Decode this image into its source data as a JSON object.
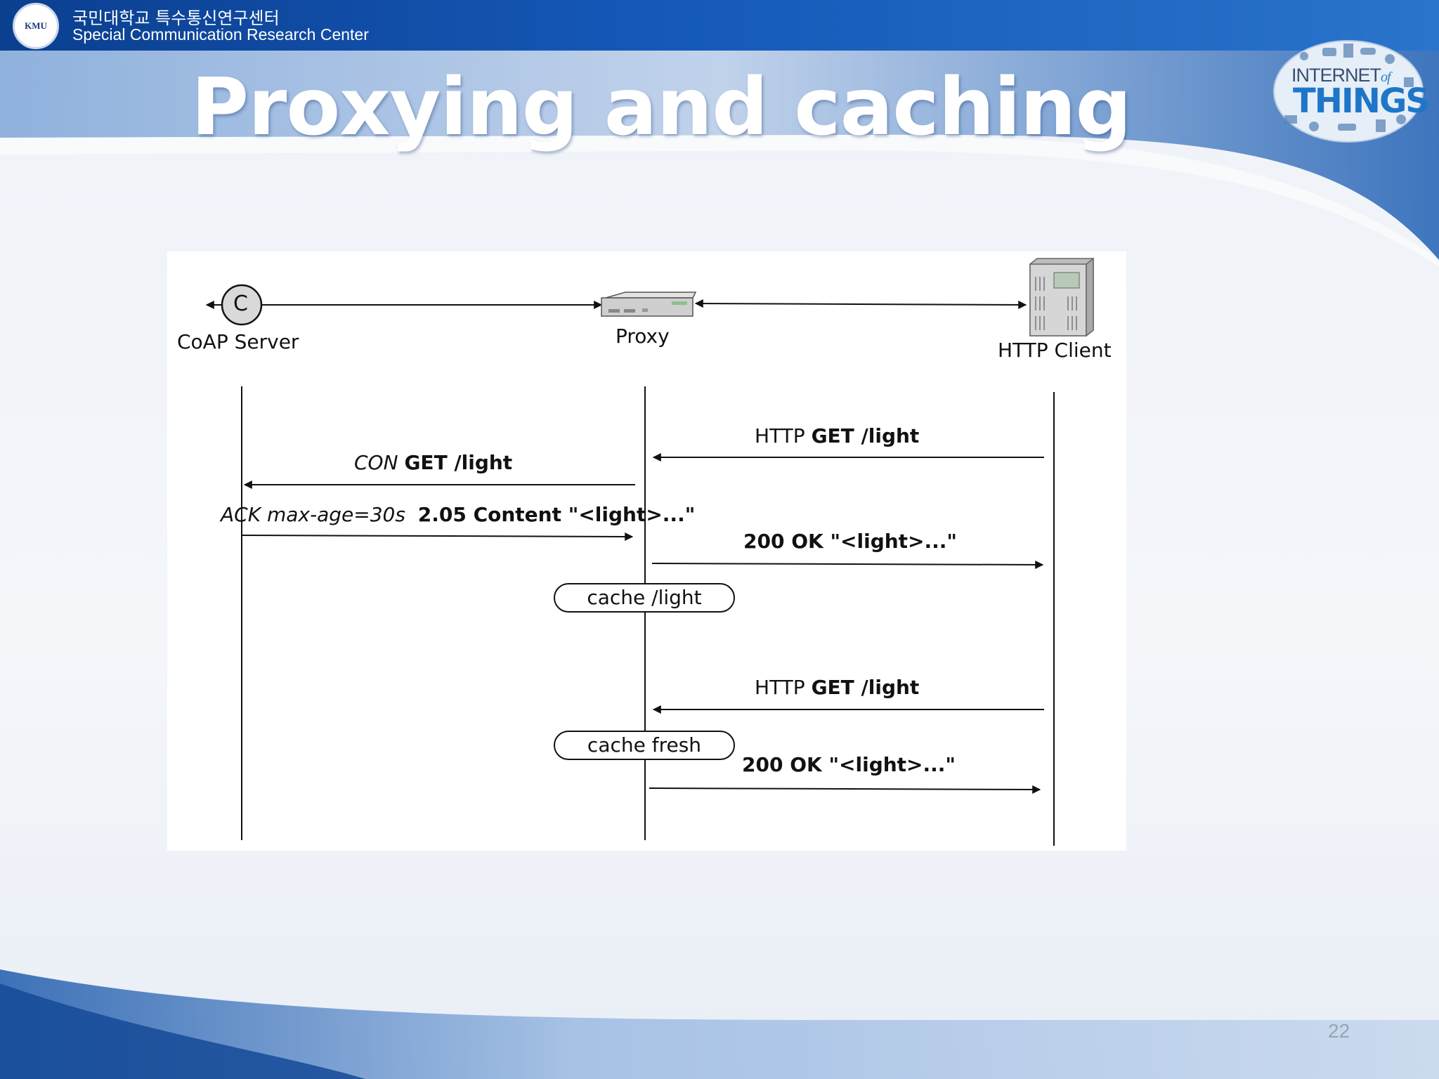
{
  "header": {
    "org_korean": "국민대학교 특수통신연구센터",
    "org_english": "Special Communication Research Center",
    "logo_text": "KMU"
  },
  "slide": {
    "title": "Proxying and caching",
    "page_number": "22"
  },
  "badge": {
    "line1": "INTERNET",
    "line1_small": "of",
    "line2": "THINGS"
  },
  "diagram": {
    "entities": {
      "server_label": "CoAP Server",
      "server_icon_letter": "C",
      "proxy_label": "Proxy",
      "client_label": "HTTP Client"
    },
    "messages": {
      "m1_prefix": "HTTP",
      "m1_bold": "GET /light",
      "m2_italic": "CON",
      "m2_bold": "GET /light",
      "m3_italic": "ACK max-age=30s",
      "m3_bold": "2.05 Content \"<light>...\"",
      "m4_bold": "200 OK \"<light>...\"",
      "m5_prefix": "HTTP",
      "m5_bold": "GET /light",
      "m6_bold": "200 OK \"<light>...\""
    },
    "notes": {
      "cache_store": "cache /light",
      "cache_fresh": "cache fresh"
    }
  },
  "colors": {
    "header_blue": "#0b3f8f",
    "accent_blue": "#1f76c8",
    "diagram_line": "#111111"
  }
}
